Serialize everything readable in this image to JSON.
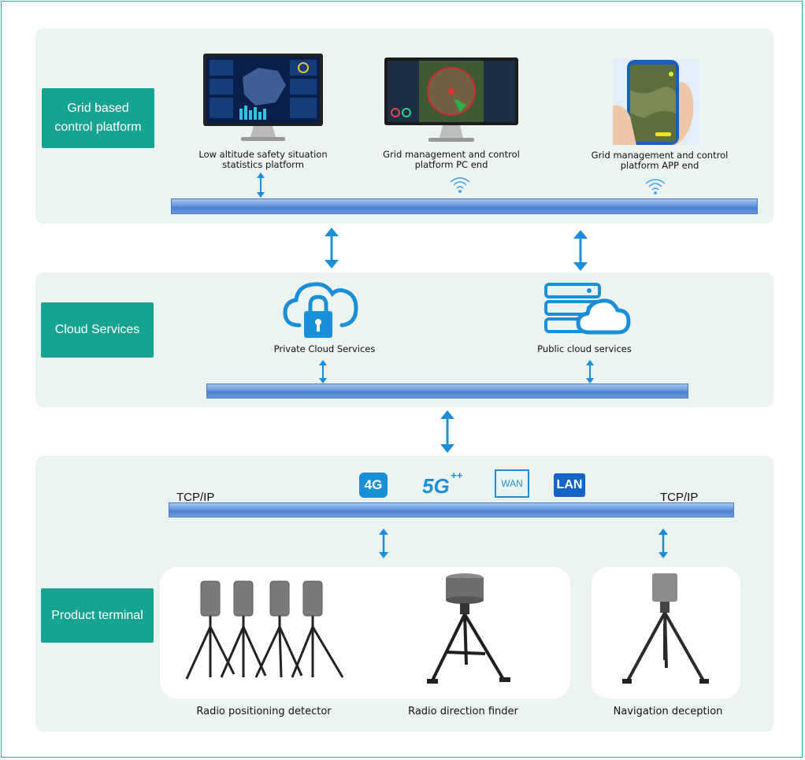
{
  "layers": {
    "grid": {
      "label": "Grid based control platform",
      "label_line1": "Grid based",
      "label_line2": "control platform",
      "items": [
        {
          "line1": "Low altitude safety situation",
          "line2": "statistics platform"
        },
        {
          "line1": "Grid management and control",
          "line2": "platform PC end"
        },
        {
          "line1": "Grid management and control",
          "line2": "platform APP end"
        }
      ]
    },
    "cloud": {
      "label": "Cloud Services",
      "items": [
        {
          "name": "Private Cloud Services"
        },
        {
          "name": "Public cloud services"
        }
      ]
    },
    "product": {
      "label": "Product terminal",
      "tcp_left": "TCP/IP",
      "tcp_right": "TCP/IP",
      "networks": {
        "g4": "4G",
        "g5": "5G",
        "g5_sup": "++",
        "wan": "WAN",
        "lan": "LAN"
      },
      "items": [
        {
          "name": "Radio positioning detector"
        },
        {
          "name": "Radio direction finder"
        },
        {
          "name": "Navigation deception"
        }
      ]
    }
  },
  "colors": {
    "teal": "#17a392",
    "blue": "#1a8fd8",
    "bus": "#6e9ee0",
    "panel": "#ecf4f2"
  }
}
